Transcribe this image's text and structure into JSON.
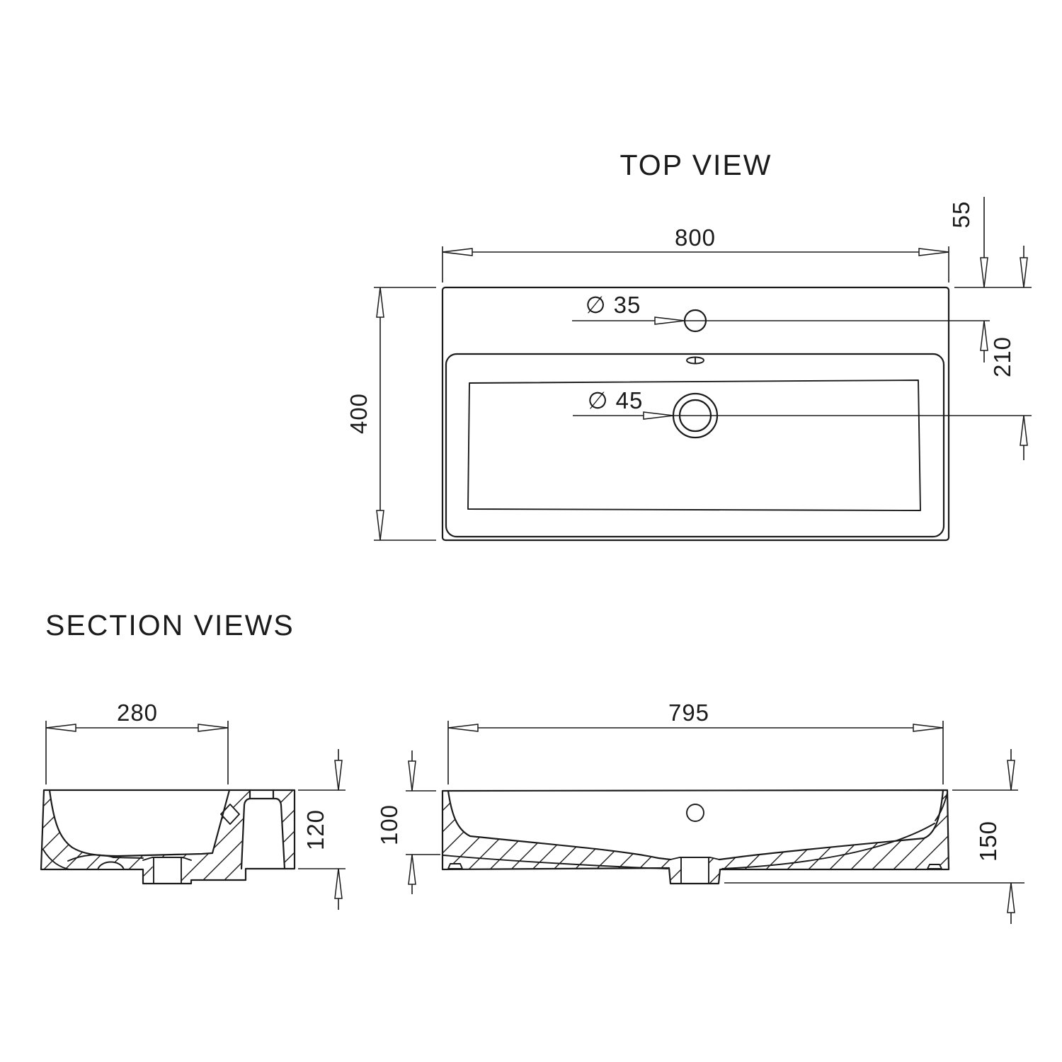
{
  "top_view": {
    "title": "TOP VIEW",
    "dim_width": "800",
    "dim_depth": "400",
    "faucet_hole_label": "∅ 35",
    "drain_hole_label": "∅ 45",
    "dim_faucet_from_edge": "55",
    "dim_drain_from_edge": "210"
  },
  "section_views": {
    "title": "SECTION VIEWS",
    "cross_section": {
      "dim_width": "280",
      "dim_height": "120"
    },
    "longitudinal_section": {
      "dim_width": "795",
      "dim_basin_depth": "100",
      "dim_total_height": "150"
    }
  },
  "style": {
    "line_color": "#1b1b1b",
    "background": "#ffffff"
  }
}
